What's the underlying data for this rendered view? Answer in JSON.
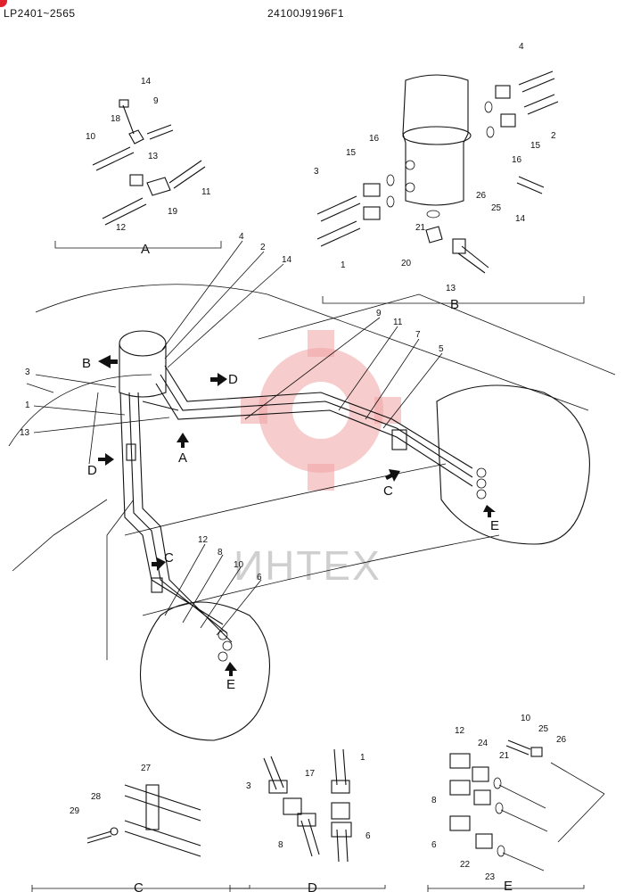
{
  "header": {
    "range": "LP2401~2565",
    "part_number": "24100J9196F1"
  },
  "watermark": {
    "text": "ИНТЕХ"
  },
  "views": {
    "A": {
      "label": "A",
      "callouts": [
        "14",
        "9",
        "18",
        "10",
        "13",
        "11",
        "12",
        "19"
      ]
    },
    "B": {
      "label": "B",
      "callouts": [
        "4",
        "2",
        "15",
        "16",
        "3",
        "15",
        "16",
        "26",
        "25",
        "14",
        "21",
        "20",
        "1",
        "13"
      ]
    },
    "C": {
      "label": "C",
      "callouts": [
        "27",
        "28",
        "29"
      ]
    },
    "D": {
      "label": "D",
      "callouts": [
        "1",
        "3",
        "17",
        "8",
        "6"
      ]
    },
    "E": {
      "label": "E",
      "callouts": [
        "10",
        "25",
        "26",
        "12",
        "24",
        "21",
        "8",
        "6",
        "22",
        "23"
      ]
    }
  },
  "main": {
    "callouts": [
      "4",
      "2",
      "14",
      "9",
      "11",
      "7",
      "5",
      "3",
      "1",
      "13",
      "12",
      "8",
      "10",
      "6"
    ],
    "view_markers": [
      "A",
      "B",
      "C",
      "D",
      "E",
      "C",
      "D",
      "E"
    ]
  },
  "colors": {
    "line": "#111111",
    "watermark": "#e8383d",
    "badge": "#e0212e"
  }
}
